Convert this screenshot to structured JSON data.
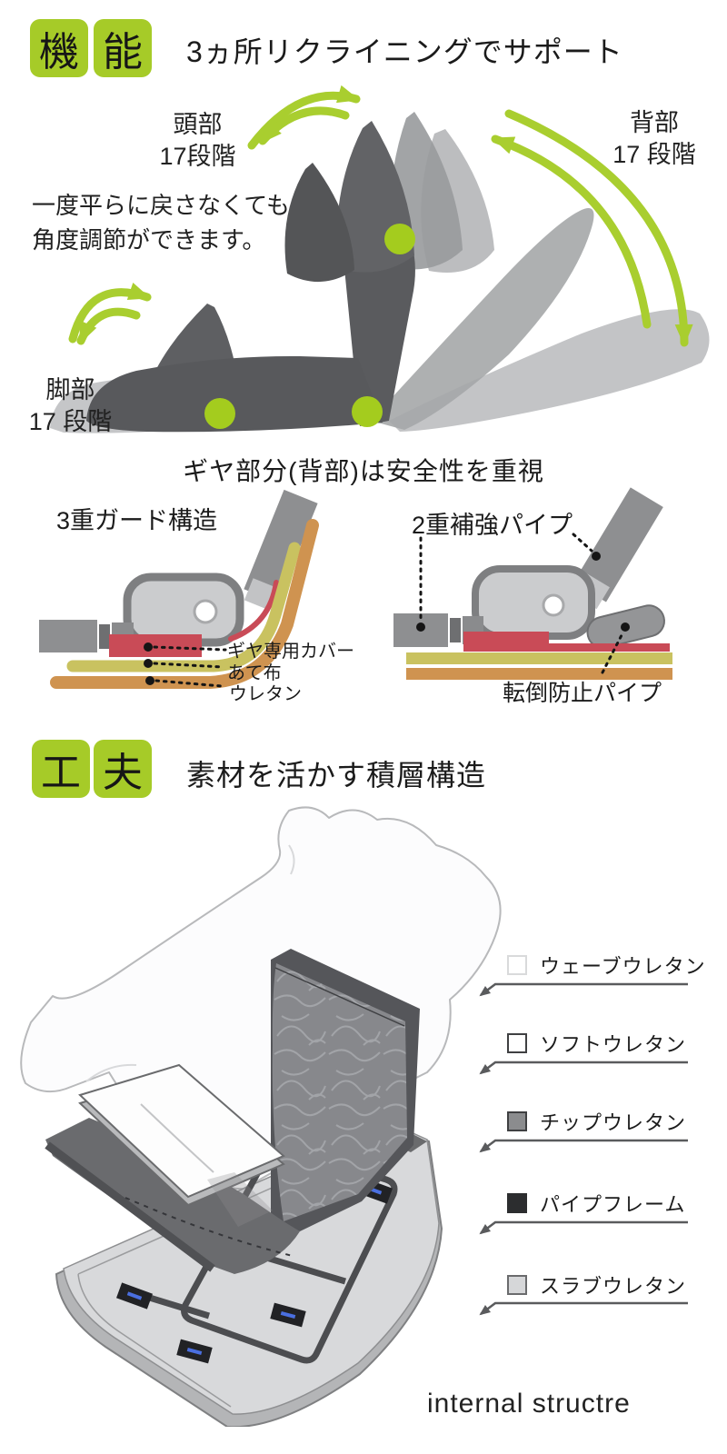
{
  "colors": {
    "accent_green": "#a6cb28",
    "dot_green": "#a4cc1e",
    "gear_cover_red": "#c94b57",
    "pad_cloth_olive": "#c9c260",
    "urethane_orange": "#cf9350",
    "chair_dark_gray": "#58595c",
    "chair_ghost_gray": "#b0b2b4"
  },
  "fn": {
    "badge1": "機",
    "badge2": "能",
    "title": "3ヵ所リクライニングでサポート",
    "head_line1": "頭部",
    "head_line2": "17段階",
    "back_line1": "背部",
    "back_line2": "17 段階",
    "leg_line1": "脚部",
    "leg_line2": "17 段階",
    "note_line1": "一度平らに戻さなくても",
    "note_line2": "角度調節ができます。"
  },
  "safety": {
    "heading": "ギヤ部分(背部)は安全性を重視",
    "left_title": "3重ガード構造",
    "left_labels": [
      "ギヤ専用カバー",
      "あて布",
      "ウレタン"
    ],
    "right_title": "2重補強パイプ",
    "right_label": "転倒防止パイプ"
  },
  "structure": {
    "badge1": "工",
    "badge2": "夫",
    "title": "素材を活かす積層構造",
    "legend": [
      {
        "label": "ウェーブウレタン",
        "swatch": "#ffffff",
        "border": "#d9dadb"
      },
      {
        "label": "ソフトウレタン",
        "swatch": "#ffffff",
        "border": "#3f4042"
      },
      {
        "label": "チップウレタン",
        "swatch": "#8b8c8e",
        "border": "#3f4042"
      },
      {
        "label": "パイプフレーム",
        "swatch": "#2c2d2f",
        "border": "#2c2d2f"
      },
      {
        "label": "スラブウレタン",
        "swatch": "#d6d7d9",
        "border": "#6a6b6d"
      }
    ],
    "caption": "internal structre"
  }
}
